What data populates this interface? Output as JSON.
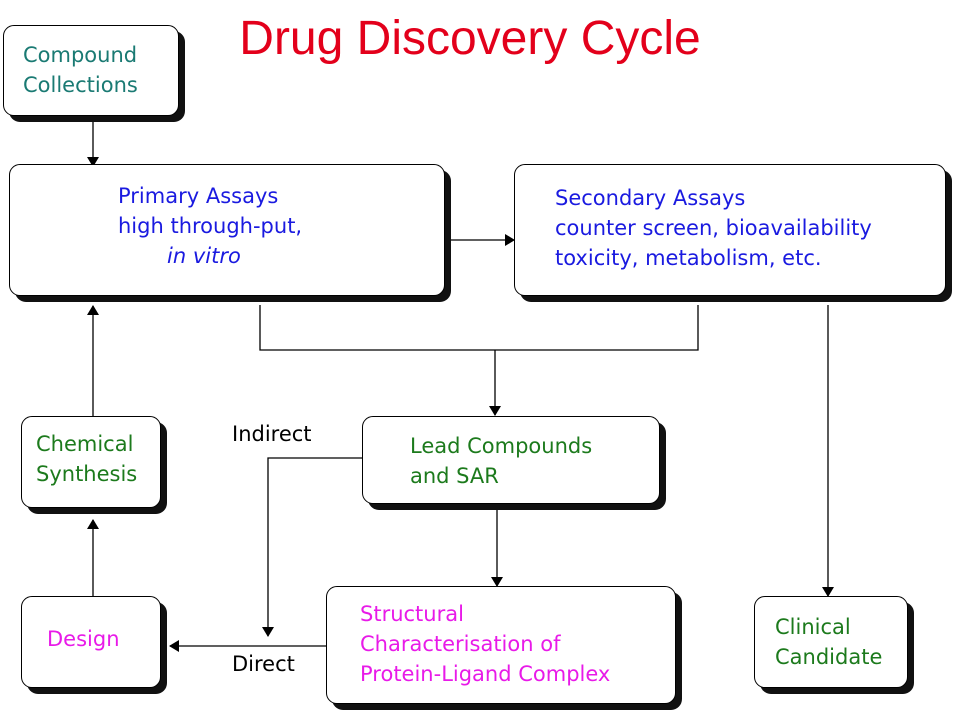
{
  "title": "Drug Discovery Cycle",
  "colors": {
    "title": "#e3001b",
    "teal": "#1a7a73",
    "blue": "#1a1ae0",
    "green": "#1c7a1c",
    "magenta": "#e81ae8"
  },
  "nodes": {
    "compound_collections": [
      "Compound",
      "Collections"
    ],
    "primary_assays": [
      "Primary Assays",
      "high through-put,",
      "in vitro"
    ],
    "secondary_assays": [
      "Secondary Assays",
      "counter screen, bioavailability",
      "toxicity, metabolism, etc."
    ],
    "chemical_synthesis": [
      "Chemical",
      "Synthesis"
    ],
    "lead_compounds": [
      "Lead Compounds",
      "and SAR"
    ],
    "design": [
      "Design"
    ],
    "structural": [
      "Structural",
      "Characterisation of",
      "Protein-Ligand Complex"
    ],
    "clinical_candidate": [
      "Clinical",
      "Candidate"
    ]
  },
  "edge_labels": {
    "indirect": "Indirect",
    "direct": "Direct"
  }
}
